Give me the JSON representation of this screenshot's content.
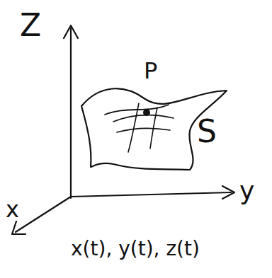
{
  "diagram": {
    "labels": [
      "Z",
      "P",
      "S",
      "y",
      "x",
      "x(t), y(t), z(t)"
    ]
  }
}
